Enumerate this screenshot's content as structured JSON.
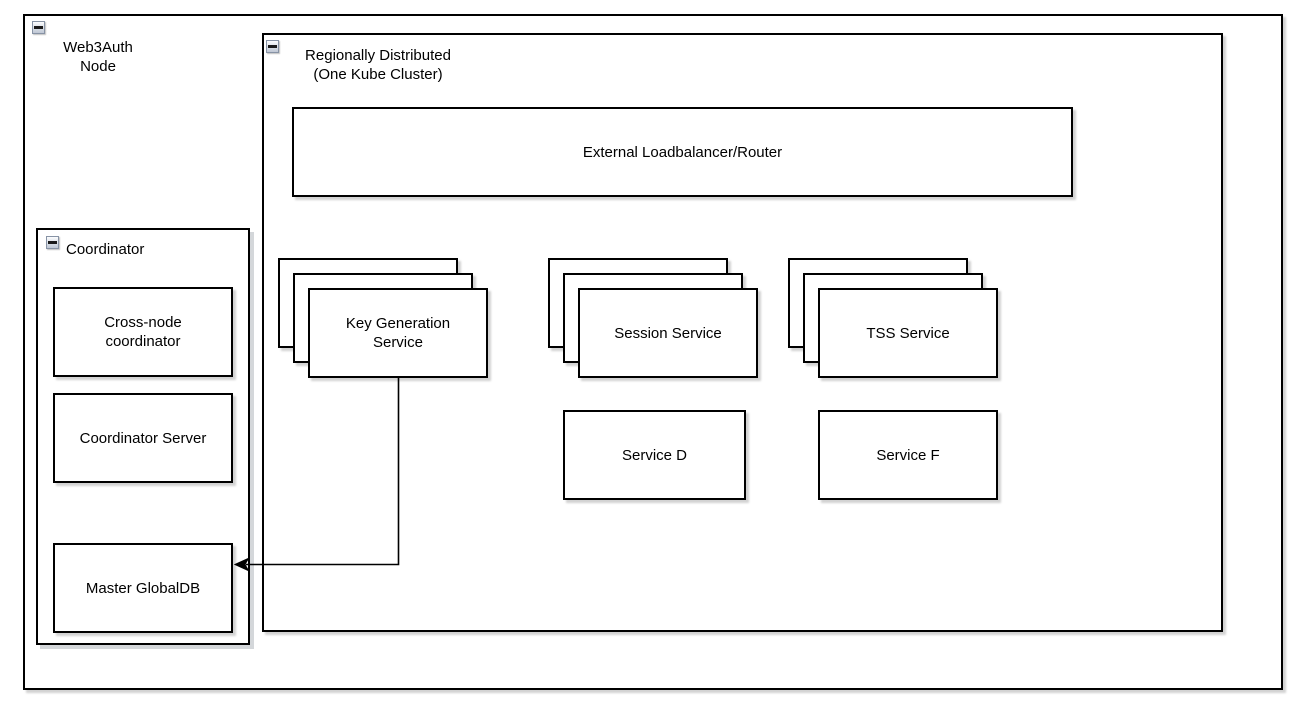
{
  "diagram": {
    "web3auth_node": {
      "lines": [
        "Web3Auth",
        "Node"
      ],
      "collapse_icon": "minus"
    },
    "region": {
      "lines": [
        "Regionally Distributed",
        "(One Kube Cluster)"
      ],
      "collapse_icon": "minus"
    },
    "loadbalancer": {
      "label": "External Loadbalancer/Router"
    },
    "service_stacks": [
      {
        "lines": [
          "Key Generation",
          "Service"
        ],
        "replicas_shown": 3
      },
      {
        "lines": [
          "Session Service"
        ],
        "replicas_shown": 3
      },
      {
        "lines": [
          "TSS Service"
        ],
        "replicas_shown": 3
      }
    ],
    "single_services": [
      {
        "label": "Service D"
      },
      {
        "label": "Service F"
      }
    ],
    "coordinator": {
      "label": "Coordinator",
      "collapse_icon": "minus",
      "boxes": [
        {
          "lines": [
            "Cross-node",
            "coordinator"
          ]
        },
        {
          "lines": [
            "Coordinator Server"
          ]
        },
        {
          "lines": [
            "Master GlobalDB"
          ]
        }
      ]
    },
    "connection": {
      "from": "Key Generation Service",
      "to": "Master GlobalDB",
      "style": "orthogonal-arrow-left"
    },
    "colors": {
      "stroke": "#000000",
      "fill": "#ffffff",
      "shadow": "#d4d7da"
    }
  }
}
